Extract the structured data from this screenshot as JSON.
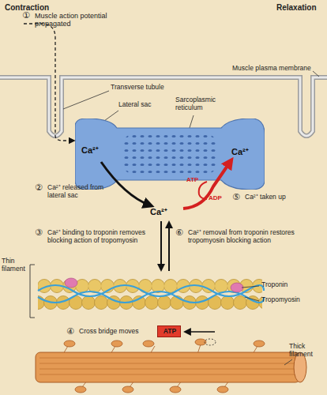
{
  "diagram": {
    "nodes": [
      {
        "text": [
          "Ca²⁺",
          "Ca²⁺"
        ]
      },
      {
        "text": [
          "ATP"
        ]
      }
    ],
    "labels": [
      "Contraction",
      "Relaxation",
      "①",
      "Muscle action potential propagated",
      "Muscle plasma membrane",
      "Transverse tubule",
      "Lateral sac",
      "Sarcoplasmic reticulum",
      "②",
      "Ca²⁺ released from lateral sac",
      "Ca²⁺",
      "ATP",
      "ADP",
      "⑤",
      "Ca²⁺ taken up",
      "③",
      "Ca²⁺ binding to troponin removes blocking action of tropomyosin",
      "⑥",
      "Ca²⁺ removal from troponin restores tropomyosin blocking action",
      "Thin filament",
      "Troponin",
      "Tropomyosin",
      "④",
      "Cross bridge moves",
      "Thick filament"
    ]
  }
}
